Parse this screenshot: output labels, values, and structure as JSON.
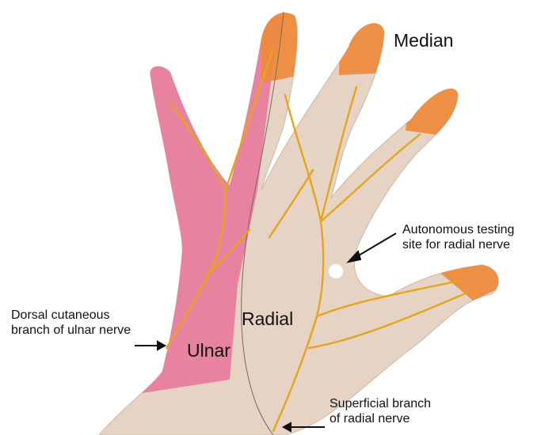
{
  "labels": {
    "median": "Median",
    "radial": "Radial",
    "ulnar": "Ulnar",
    "autonomous_line1": "Autonomous testing",
    "autonomous_line2": "site for radial nerve",
    "dorsal_line1": "Dorsal cutaneous",
    "dorsal_line2": "branch of ulnar nerve",
    "superficial_line1": "Superficial branch",
    "superficial_line2": "of radial nerve"
  },
  "colors": {
    "skin": "#e6d3c3",
    "ulnar_region": "#e8709a",
    "median_region": "#ee8a3c",
    "nerve": "#e3a51f",
    "background": "#ffffff"
  }
}
